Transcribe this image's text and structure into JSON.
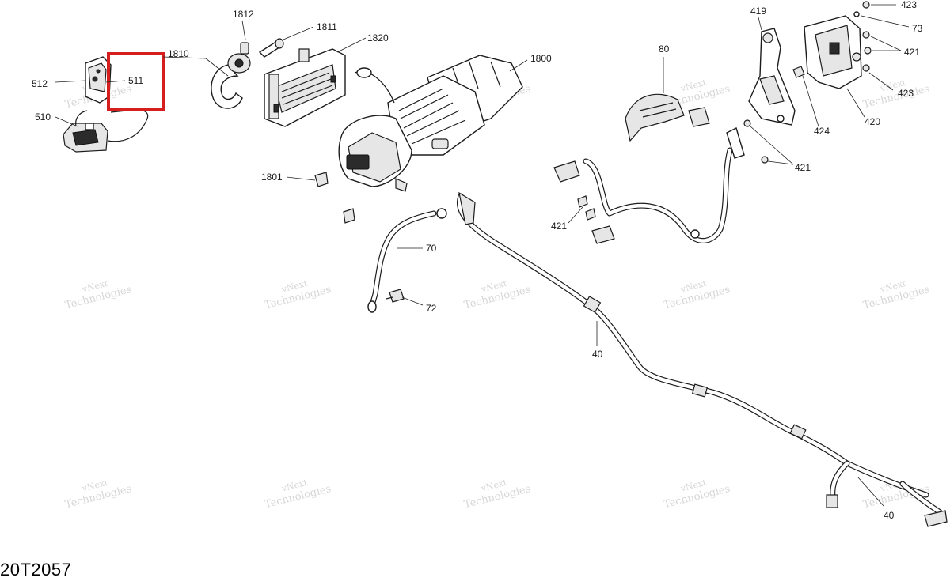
{
  "diagram_code": "20T2057",
  "watermark": {
    "line1": "vNext",
    "line2": "Technologies"
  },
  "highlight": {
    "part": "511",
    "color": "#d71e1e"
  },
  "callouts": {
    "c1812": "1812",
    "c1811": "1811",
    "c1820": "1820",
    "c1810": "1810",
    "c512": "512",
    "c511": "511",
    "c510": "510",
    "c1800": "1800",
    "c1801": "1801",
    "c70": "70",
    "c72": "72",
    "c40a": "40",
    "c40b": "40",
    "c80": "80",
    "c419": "419",
    "c423a": "423",
    "c423b": "423",
    "c73": "73",
    "c421a": "421",
    "c421b": "421",
    "c421c": "421",
    "c424": "424",
    "c420": "420"
  }
}
